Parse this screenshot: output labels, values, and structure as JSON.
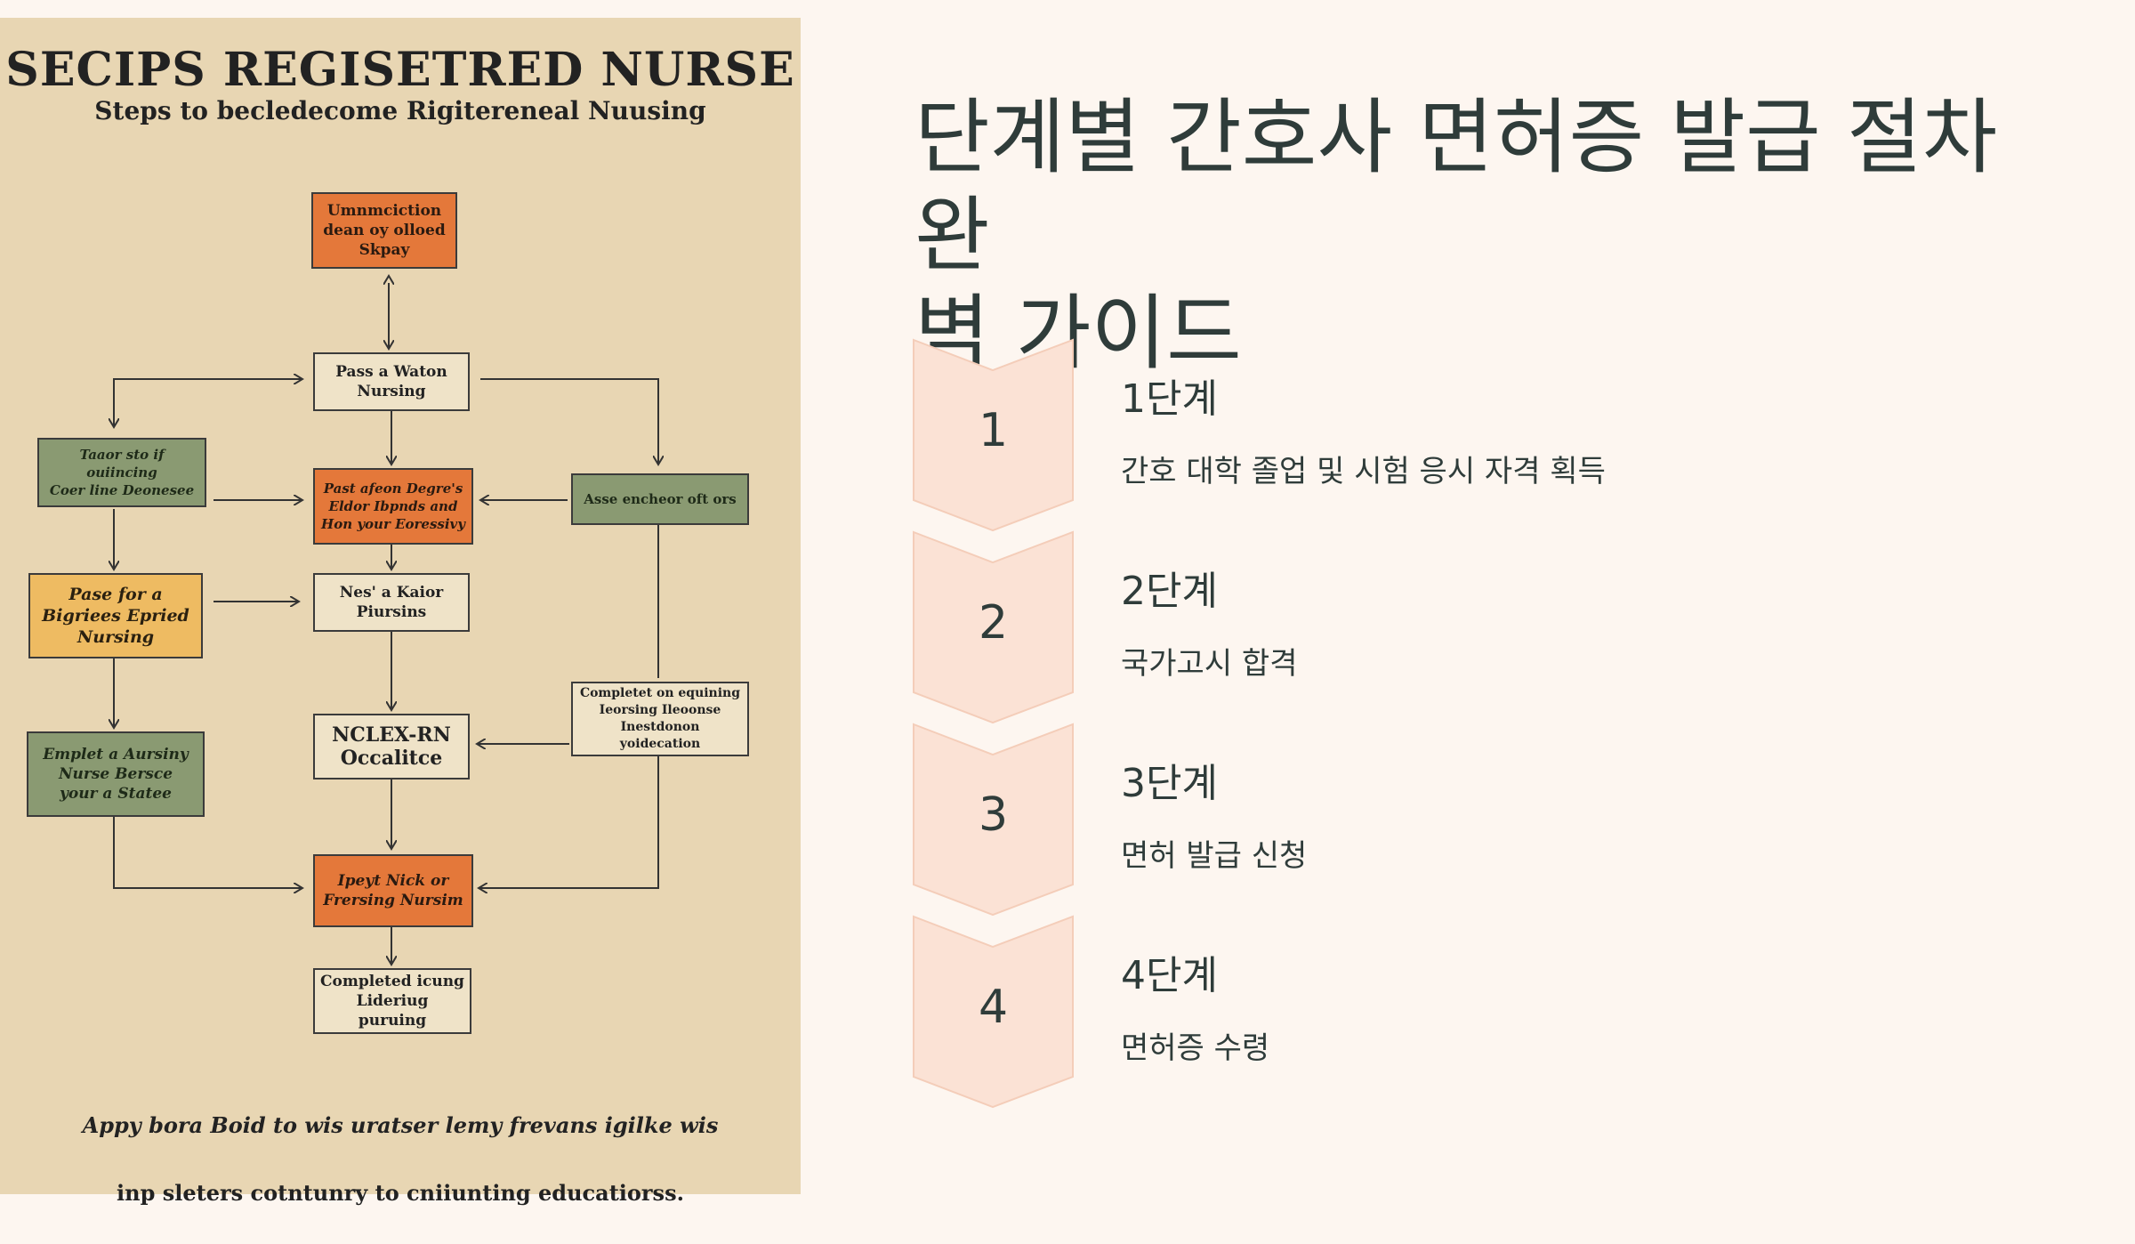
{
  "poster": {
    "title": "SECIPS REGISETRED NURSE",
    "subtitle": "Steps to becledecome Rigitereneal Nuusing",
    "boxes": {
      "top": "Umnmciction\ndean oy olloed\nSkpay",
      "pass_waton": "Pass a Waton\nNursing",
      "left_green": "Taaor sto if ouiincing\nCoer line Deonesee",
      "center_orange": "Past afeon Degre's\nEldor Ibpnds and\nHon your Eoressivy",
      "right_green": "Asse encheor oft ors",
      "yellow": "Pase for a\nBigriees Epried\nNursing",
      "nes_kaior": "Nes' a Kaior\nPiursins",
      "completet": "Completet on equining\nIeorsing Ileoonse\nInestdonon yoidecation",
      "nclex": "NCLEX-RN\nOccalitce",
      "empl_green": "Emplet a Aursiny\nNurse Bersce\nyour a Statee",
      "ipeyt": "Ipeyt Nick or\nFrersing Nursim",
      "completed": "Completed icung\nLideriug puruing"
    },
    "footer_line1": "Appy bora Boid to wis uratser lemy frevans igilke wis",
    "footer_line2": "inp sleters cotntunry to cniiunting educatiorss."
  },
  "main": {
    "title_line1": "단계별 간호사 면허증 발급 절차 완",
    "title_line2": "벽 가이드"
  },
  "steps": [
    {
      "number": "1",
      "title": "1단계",
      "description": "간호 대학 졸업 및 시험 응시 자격 획득"
    },
    {
      "number": "2",
      "title": "2단계",
      "description": "국가고시 합격"
    },
    {
      "number": "3",
      "title": "3단계",
      "description": "면허 발급 신청"
    },
    {
      "number": "4",
      "title": "4단계",
      "description": "면허증 수령"
    }
  ],
  "colors": {
    "chevron_fill": "#fbe2d5",
    "chevron_stroke": "#f4cdb9",
    "text": "#2f3c3a",
    "poster_bg": "#e8d6b3",
    "orange": "#e4783a",
    "green": "#8a9a72",
    "yellow": "#eebb62"
  }
}
